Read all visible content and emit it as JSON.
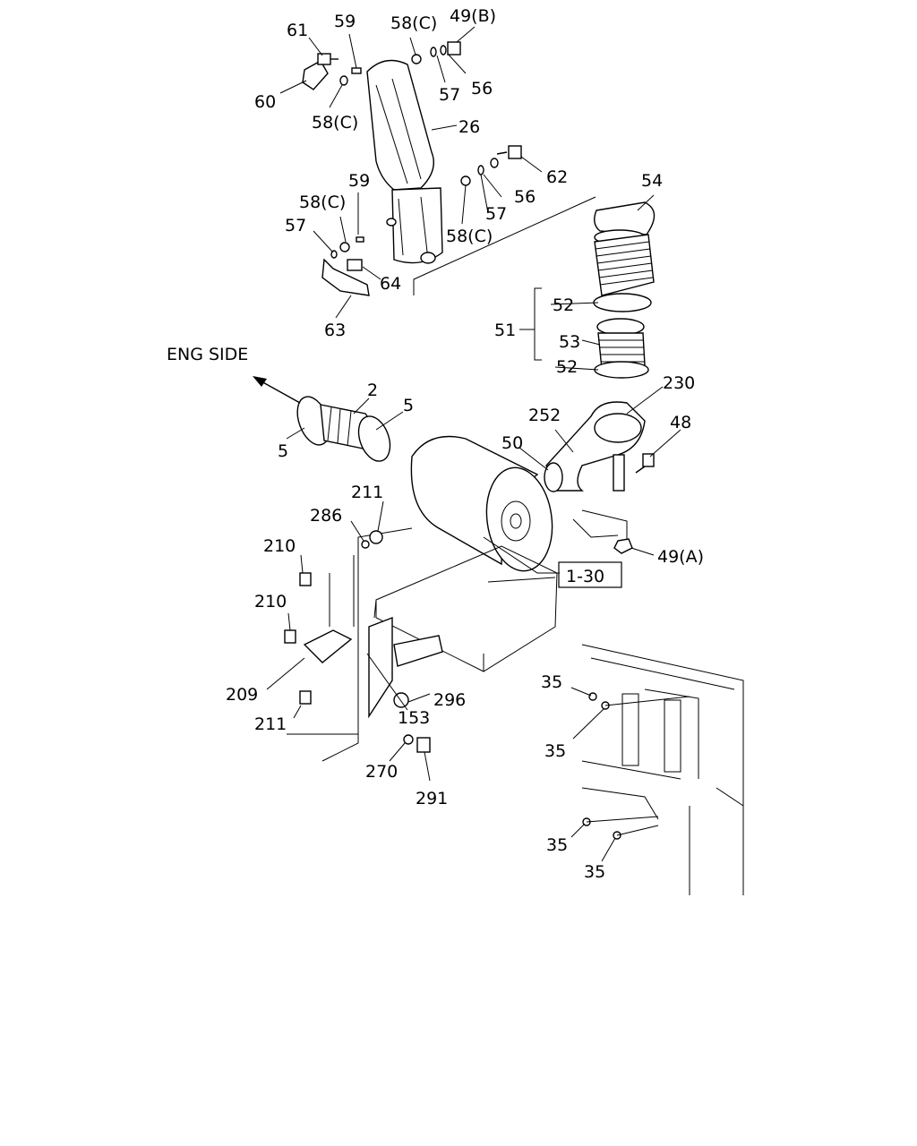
{
  "direction_label": "ENG SIDE",
  "labels": {
    "l61": "61",
    "l59a": "59",
    "l58c_top": "58(C)",
    "l49b": "49(B)",
    "l60": "60",
    "l58c_left": "58(C)",
    "l57a": "57",
    "l56a": "56",
    "l26": "26",
    "l62": "62",
    "l59b": "59",
    "l58c_mid": "58(C)",
    "l56b": "56",
    "l57b": "57",
    "l58c_right": "58(C)",
    "l54": "54",
    "l57c": "57",
    "l64": "64",
    "l63": "63",
    "l52a": "52",
    "l51": "51",
    "l53": "53",
    "l52b": "52",
    "l2": "2",
    "l5a": "5",
    "l5b": "5",
    "l230": "230",
    "l252": "252",
    "l48": "48",
    "l50": "50",
    "l211a": "211",
    "l286": "286",
    "l210a": "210",
    "l49a": "49(A)",
    "l130": "1-30",
    "l210b": "210",
    "l209": "209",
    "l296": "296",
    "l153": "153",
    "l211b": "211",
    "l270": "270",
    "l291": "291",
    "l35a": "35",
    "l35b": "35",
    "l35c": "35",
    "l35d": "35"
  }
}
